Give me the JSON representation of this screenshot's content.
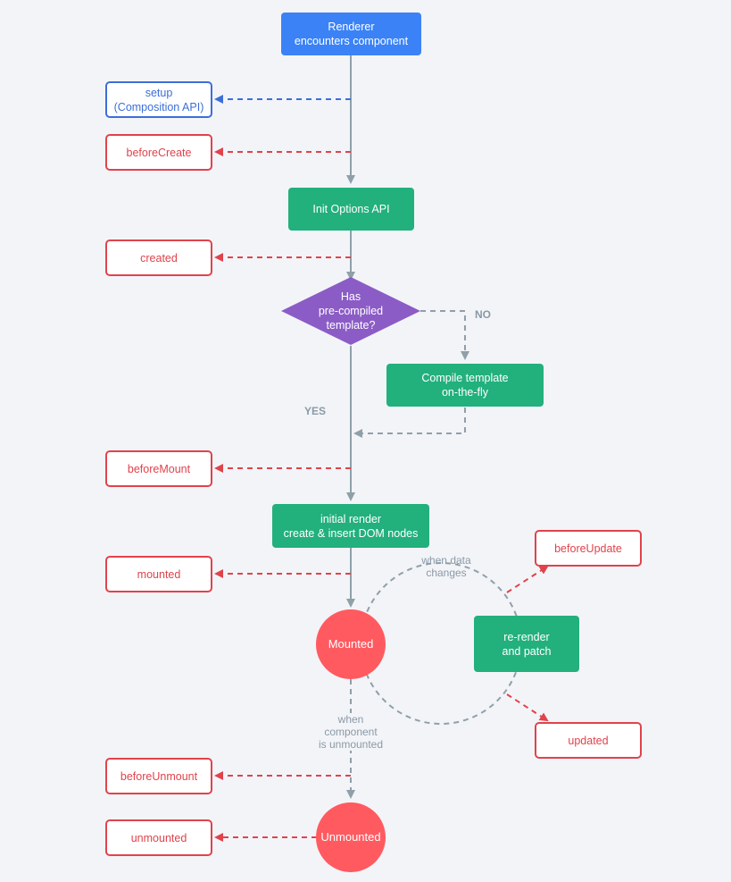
{
  "nodes": {
    "renderer": "Renderer\nencounters component",
    "setup": "setup\n(Composition API)",
    "before_create": "beforeCreate",
    "init_options": "Init Options API",
    "created": "created",
    "has_template": "Has\npre-compiled\ntemplate?",
    "compile_template": "Compile template\non-the-fly",
    "before_mount": "beforeMount",
    "initial_render": "initial render\ncreate & insert DOM nodes",
    "mounted_hook": "mounted",
    "mounted_state": "Mounted",
    "before_update": "beforeUpdate",
    "rerender": "re-render\nand patch",
    "updated": "updated",
    "before_unmount": "beforeUnmount",
    "unmounted_hook": "unmounted",
    "unmounted_state": "Unmounted"
  },
  "labels": {
    "no": "NO",
    "yes": "YES",
    "when_data_changes": "when data\nchanges",
    "when_unmounted": "when\ncomponent\nis unmounted"
  },
  "colors": {
    "blue": "#3b82f6",
    "green": "#22b07d",
    "purple": "#8b5cc6",
    "red": "#e0434b",
    "circle": "#ff5a60",
    "gray": "#8fa0a8"
  }
}
